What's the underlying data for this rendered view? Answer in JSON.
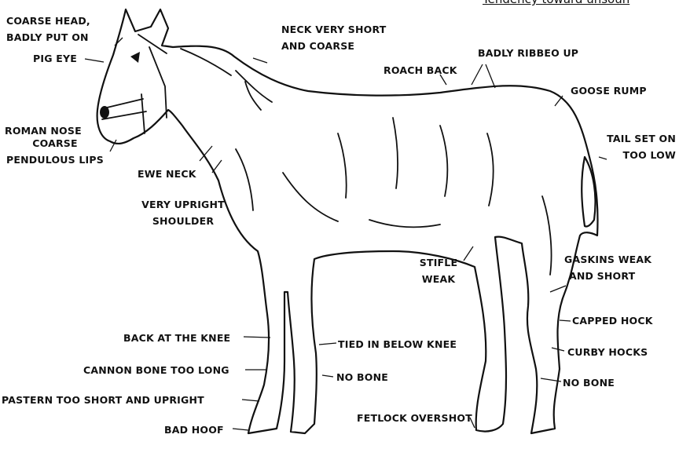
{
  "caption": "Tendency toward unsoun",
  "labels": {
    "coarse_head": [
      "COARSE HEAD,",
      "BADLY PUT ON"
    ],
    "pig_eye": "PIG EYE",
    "roman_nose": "ROMAN NOSE",
    "coarse_lips": [
      "COARSE",
      "PENDULOUS LIPS"
    ],
    "ewe_neck": "EWE NECK",
    "upright_shoulder": [
      "VERY UPRIGHT",
      "SHOULDER"
    ],
    "neck_short": [
      "NECK VERY SHORT",
      "AND COARSE"
    ],
    "roach_back": "ROACH BACK",
    "badly_ribbed": "BADLY RIBBEO UP",
    "goose_rump": "GOOSE RUMP",
    "tail_set": [
      "TAIL SET ON",
      "TOO LOW"
    ],
    "stifle_weak": [
      "STIFLE",
      "WEAK"
    ],
    "gaskins": [
      "GASKINS WEAK",
      "AND SHORT"
    ],
    "capped_hock": "CAPPED HOCK",
    "curby_hocks": "CURBY HOCKS",
    "no_bone_rear": "NO BONE",
    "back_knee": "BACK AT THE KNEE",
    "tied_in": "TIED IN BELOW KNEE",
    "cannon_bone": "CANNON BONE TOO LONG",
    "no_bone_front": "NO BONE",
    "pastern": "PASTERN TOO SHORT AND UPRIGHT",
    "fetlock": "FETLOCK OVERSHOT",
    "bad_hoof": "BAD HOOF"
  }
}
